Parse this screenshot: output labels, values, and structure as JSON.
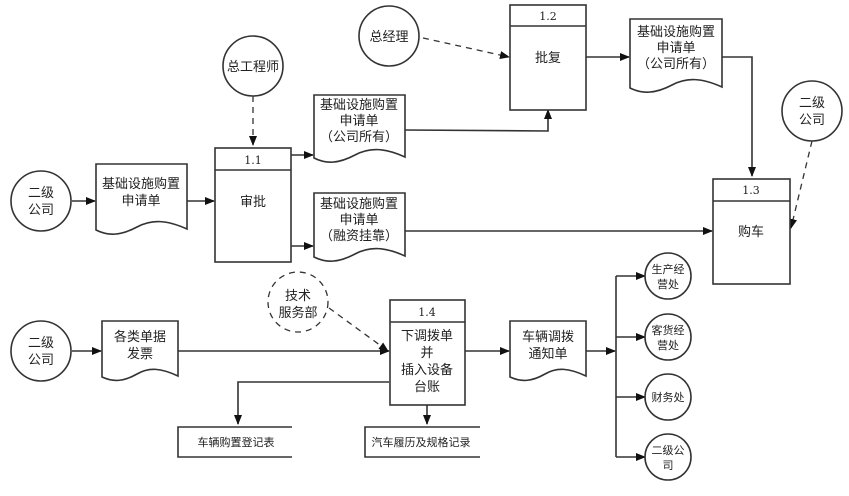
{
  "entities": {
    "chief_engineer": "总工程师",
    "general_manager": "总经理",
    "sub_company_1": [
      "二级",
      "公司"
    ],
    "sub_company_2": [
      "二级",
      "公司"
    ],
    "sub_company_3": [
      "二级",
      "公司"
    ],
    "tech_service": [
      "技术",
      "服务部"
    ],
    "production_office": [
      "生产经",
      "营处"
    ],
    "freight_office": [
      "客货经",
      "营处"
    ],
    "finance_office": "财务处",
    "sub_company_out": [
      "二级公",
      "司"
    ]
  },
  "processes": {
    "p11": {
      "id": "1.1",
      "name": "审批"
    },
    "p12": {
      "id": "1.2",
      "name": "批复"
    },
    "p13": {
      "id": "1.3",
      "name": "购车"
    },
    "p14": {
      "id": "1.4",
      "name": [
        "下调拨单",
        "并",
        "插入设备",
        "台账"
      ]
    }
  },
  "documents": {
    "request_form": [
      "基础设施购置",
      "申请单"
    ],
    "request_company_a": [
      "基础设施购置",
      "申请单",
      "（公司所有）"
    ],
    "request_financing": [
      "基础设施购置",
      "申请单",
      "（融资挂靠）"
    ],
    "request_company_b": [
      "基础设施购置",
      "申请单",
      "（公司所有）"
    ],
    "invoices": [
      "各类单据",
      "发票"
    ],
    "transfer_notice": [
      "车辆调拨",
      "通知单"
    ]
  },
  "stores": {
    "purchase_register": "车辆购置登记表",
    "vehicle_history": "汽车履历及规格记录"
  }
}
